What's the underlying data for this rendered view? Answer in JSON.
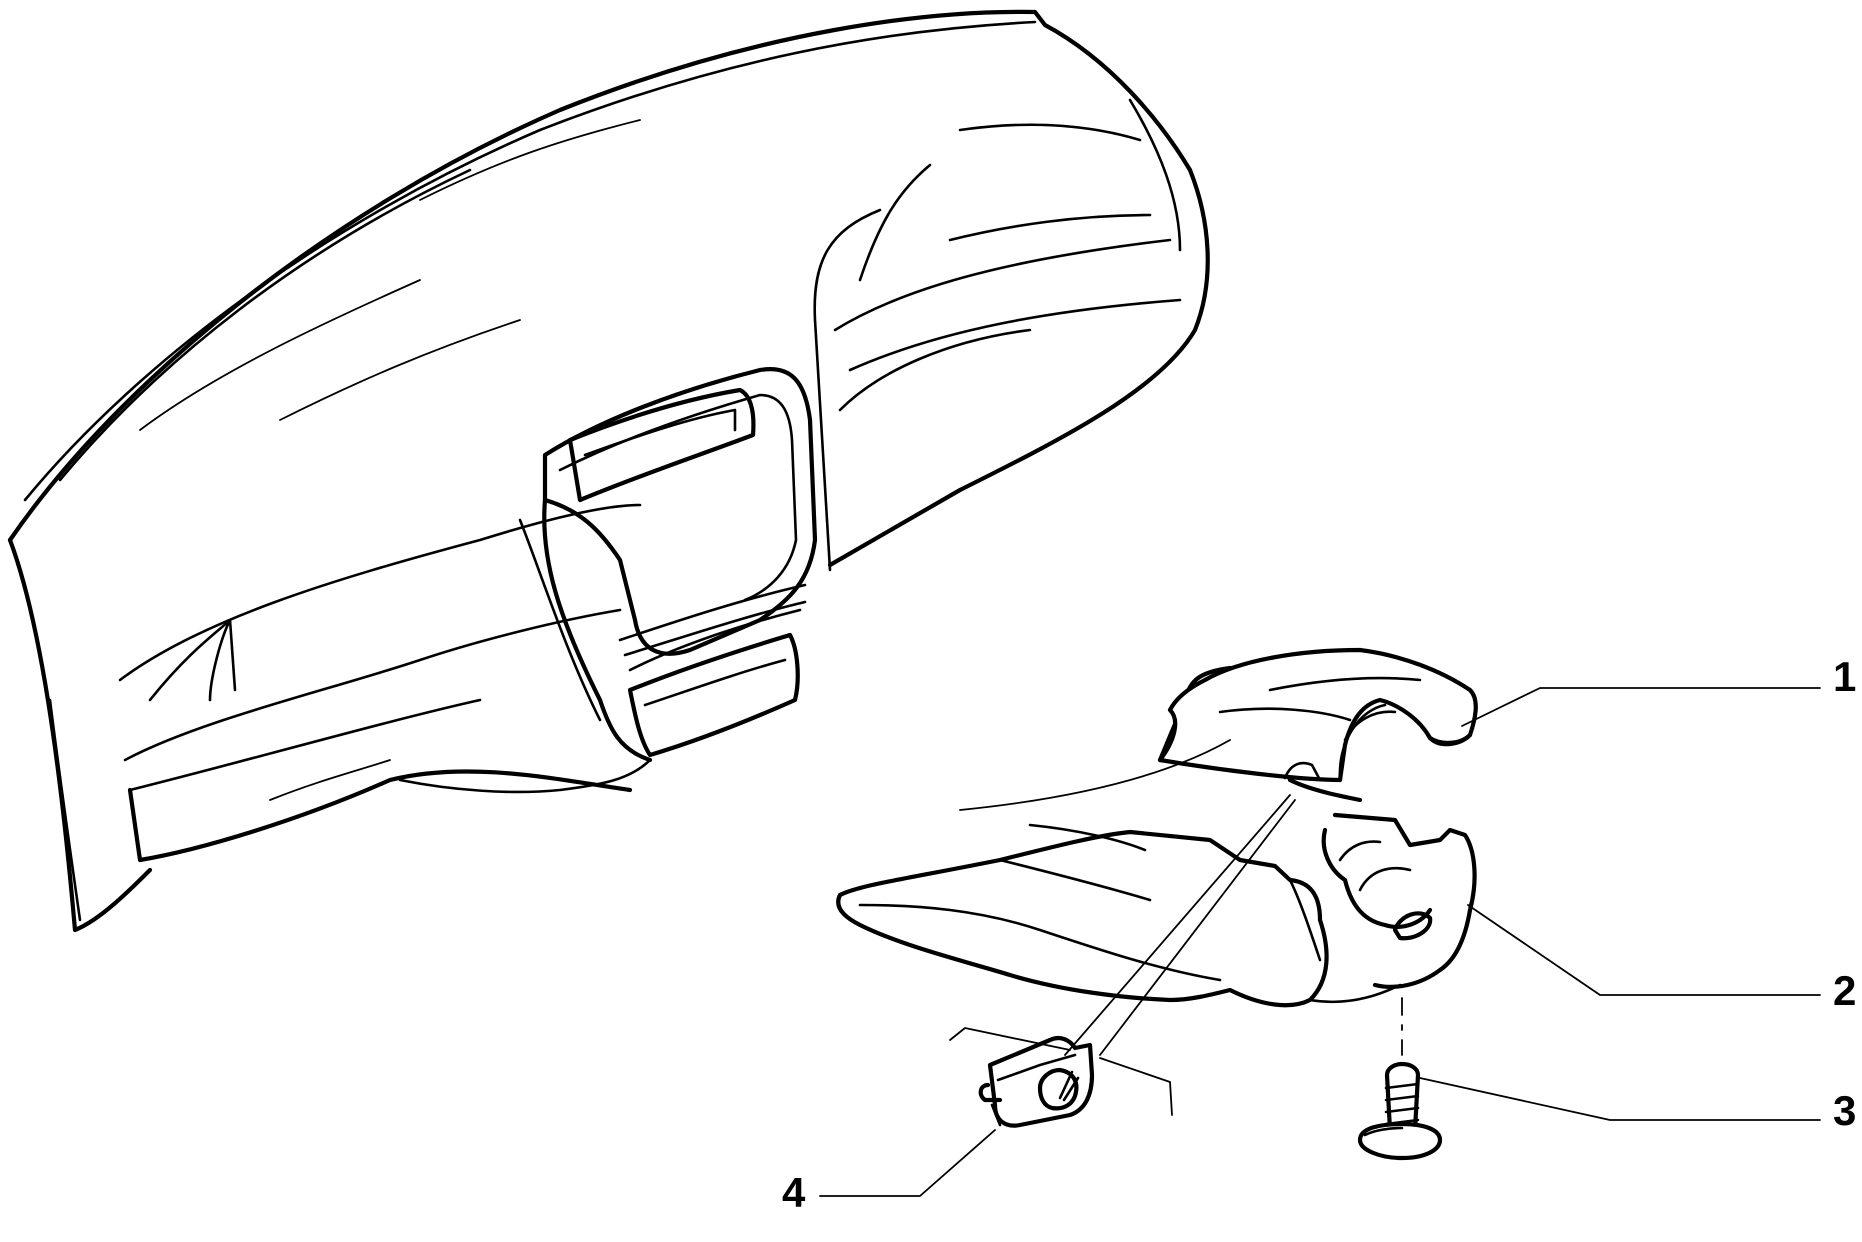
{
  "diagram": {
    "stroke_color": "#000000",
    "background": "#ffffff",
    "callouts": [
      {
        "id": "1",
        "label": "1"
      },
      {
        "id": "2",
        "label": "2"
      },
      {
        "id": "3",
        "label": "3"
      },
      {
        "id": "4",
        "label": "4"
      }
    ]
  }
}
